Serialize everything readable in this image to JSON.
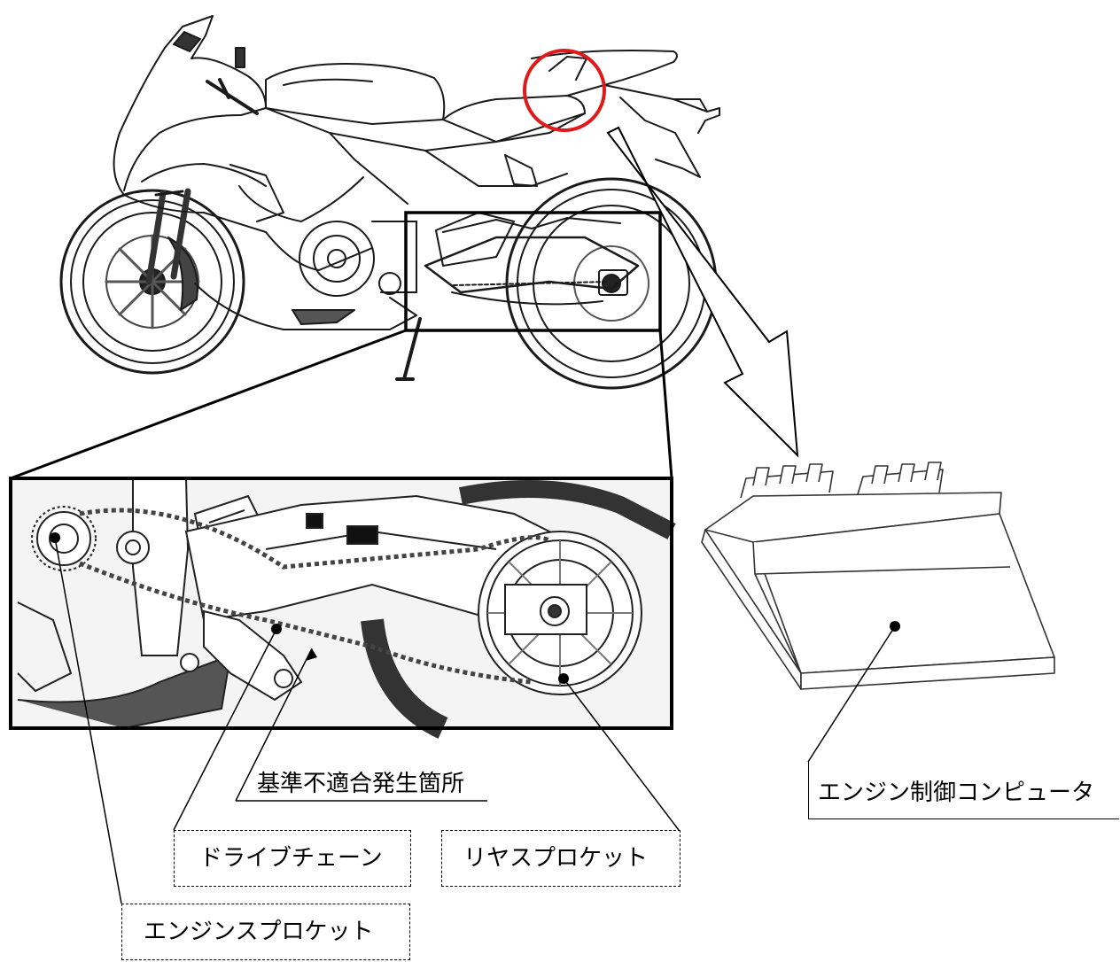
{
  "labels": {
    "nonconformity_location": "基準不適合発生箇所",
    "drive_chain": "ドライブチェーン",
    "rear_sprocket": "リヤスプロケット",
    "engine_sprocket": "エンジンスプロケット",
    "engine_control_computer": "エンジン制御コンピュータ"
  },
  "colors": {
    "highlight_circle": "#e01a1a",
    "line": "#000000"
  },
  "icons": {
    "motorcycle": "motorcycle-illustration",
    "detail": "drivetrain-detail",
    "ecu": "ecu-unit"
  }
}
